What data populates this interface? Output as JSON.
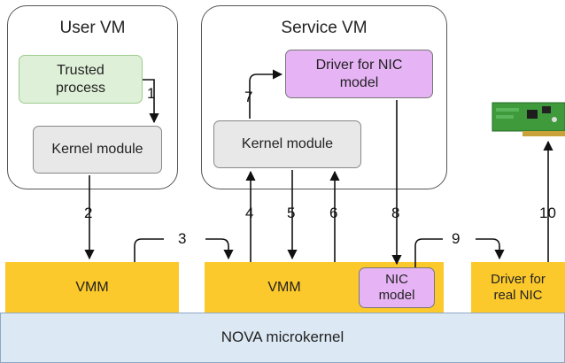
{
  "user_vm": {
    "title": "User VM",
    "trusted_process": "Trusted\nprocess",
    "kernel_module": "Kernel module"
  },
  "service_vm": {
    "title": "Service VM",
    "driver_nic_model": "Driver for NIC\nmodel",
    "kernel_module": "Kernel module"
  },
  "vmm_left": "VMM",
  "vmm_middle": "VMM",
  "nic_model": "NIC\nmodel",
  "driver_real_nic": "Driver for\nreal NIC",
  "microkernel": "NOVA microkernel",
  "steps": [
    "1",
    "2",
    "3",
    "4",
    "5",
    "6",
    "7",
    "8",
    "9",
    "10"
  ],
  "icons": {
    "nic_card": "network-card-icon"
  },
  "colors": {
    "vmm": "#fcc92c",
    "microkernel": "#dce9f5",
    "trusted": "#dff0d8",
    "kernel": "#e8e8e8",
    "driver": "#e6b3f5",
    "nic_board": "#3e9a3a"
  }
}
